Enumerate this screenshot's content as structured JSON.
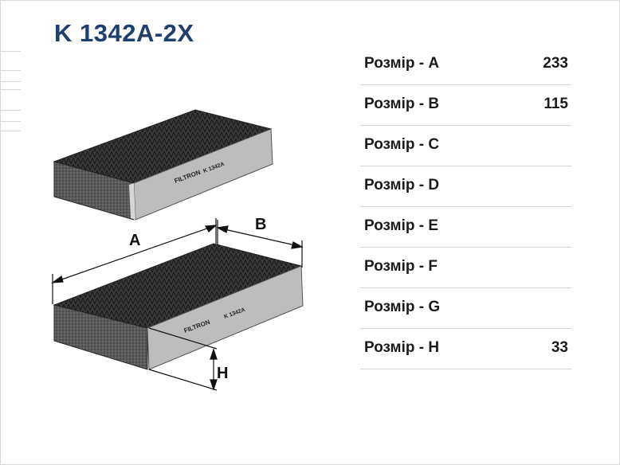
{
  "product": {
    "title": "K 1342A-2X"
  },
  "drawing": {
    "brand_top": "FILTRON",
    "model_top": "K 1342A",
    "brand_bottom": "FILTRON",
    "model_bottom": "K 1342A",
    "dimension_labels": {
      "a": "A",
      "b": "B",
      "h": "H"
    }
  },
  "specs": [
    {
      "label": "Розмір - A",
      "value": "233"
    },
    {
      "label": "Розмір - B",
      "value": "115"
    },
    {
      "label": "Розмір - C",
      "value": ""
    },
    {
      "label": "Розмір - D",
      "value": ""
    },
    {
      "label": "Розмір - E",
      "value": ""
    },
    {
      "label": "Розмір - F",
      "value": ""
    },
    {
      "label": "Розмір - G",
      "value": ""
    },
    {
      "label": "Розмір - H",
      "value": "33"
    }
  ]
}
